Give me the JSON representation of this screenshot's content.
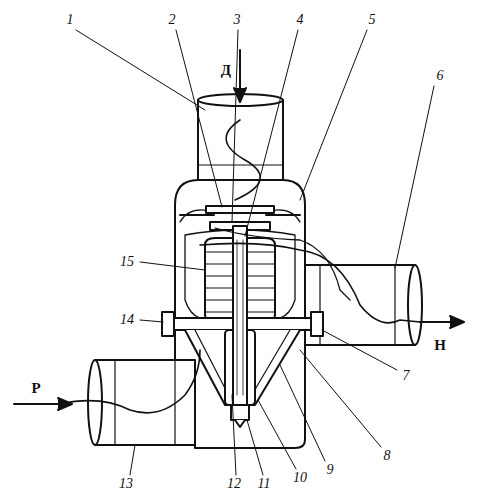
{
  "diagram": {
    "labels": [
      "1",
      "2",
      "3",
      "4",
      "5",
      "6",
      "Д",
      "15",
      "14",
      "Н",
      "7",
      "Р",
      "13",
      "12",
      "11",
      "10",
      "9",
      "8"
    ]
  }
}
